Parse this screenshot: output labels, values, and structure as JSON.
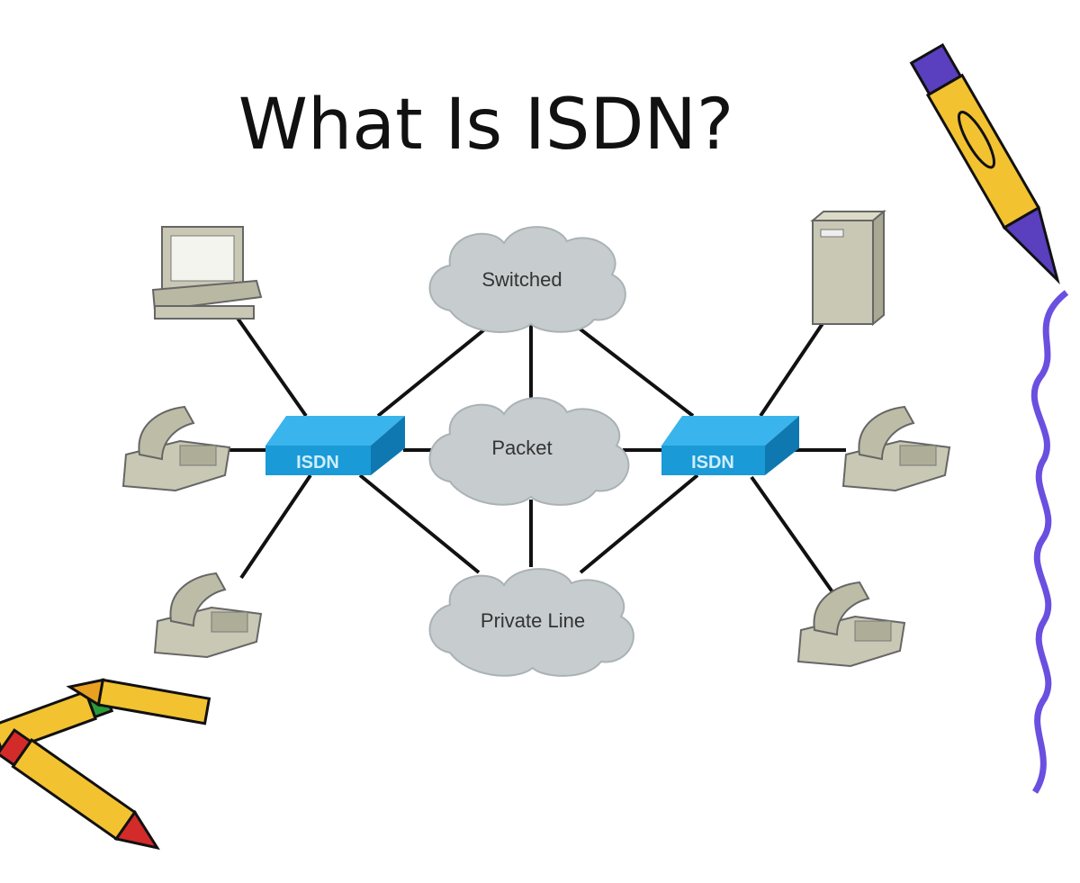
{
  "title": "What Is ISDN?",
  "clouds": [
    {
      "label": "Switched"
    },
    {
      "label": "Packet"
    },
    {
      "label": "Private Line"
    }
  ],
  "switches": [
    {
      "label": "ISDN"
    },
    {
      "label": "ISDN"
    }
  ],
  "colors": {
    "switch": "#1a9ad6",
    "cloud": "#c7cdcf",
    "device": "#c9c8b4",
    "pencil_yellow": "#f2c230",
    "pencil_purple": "#5a3fbf",
    "wave": "#6a4fe0"
  }
}
